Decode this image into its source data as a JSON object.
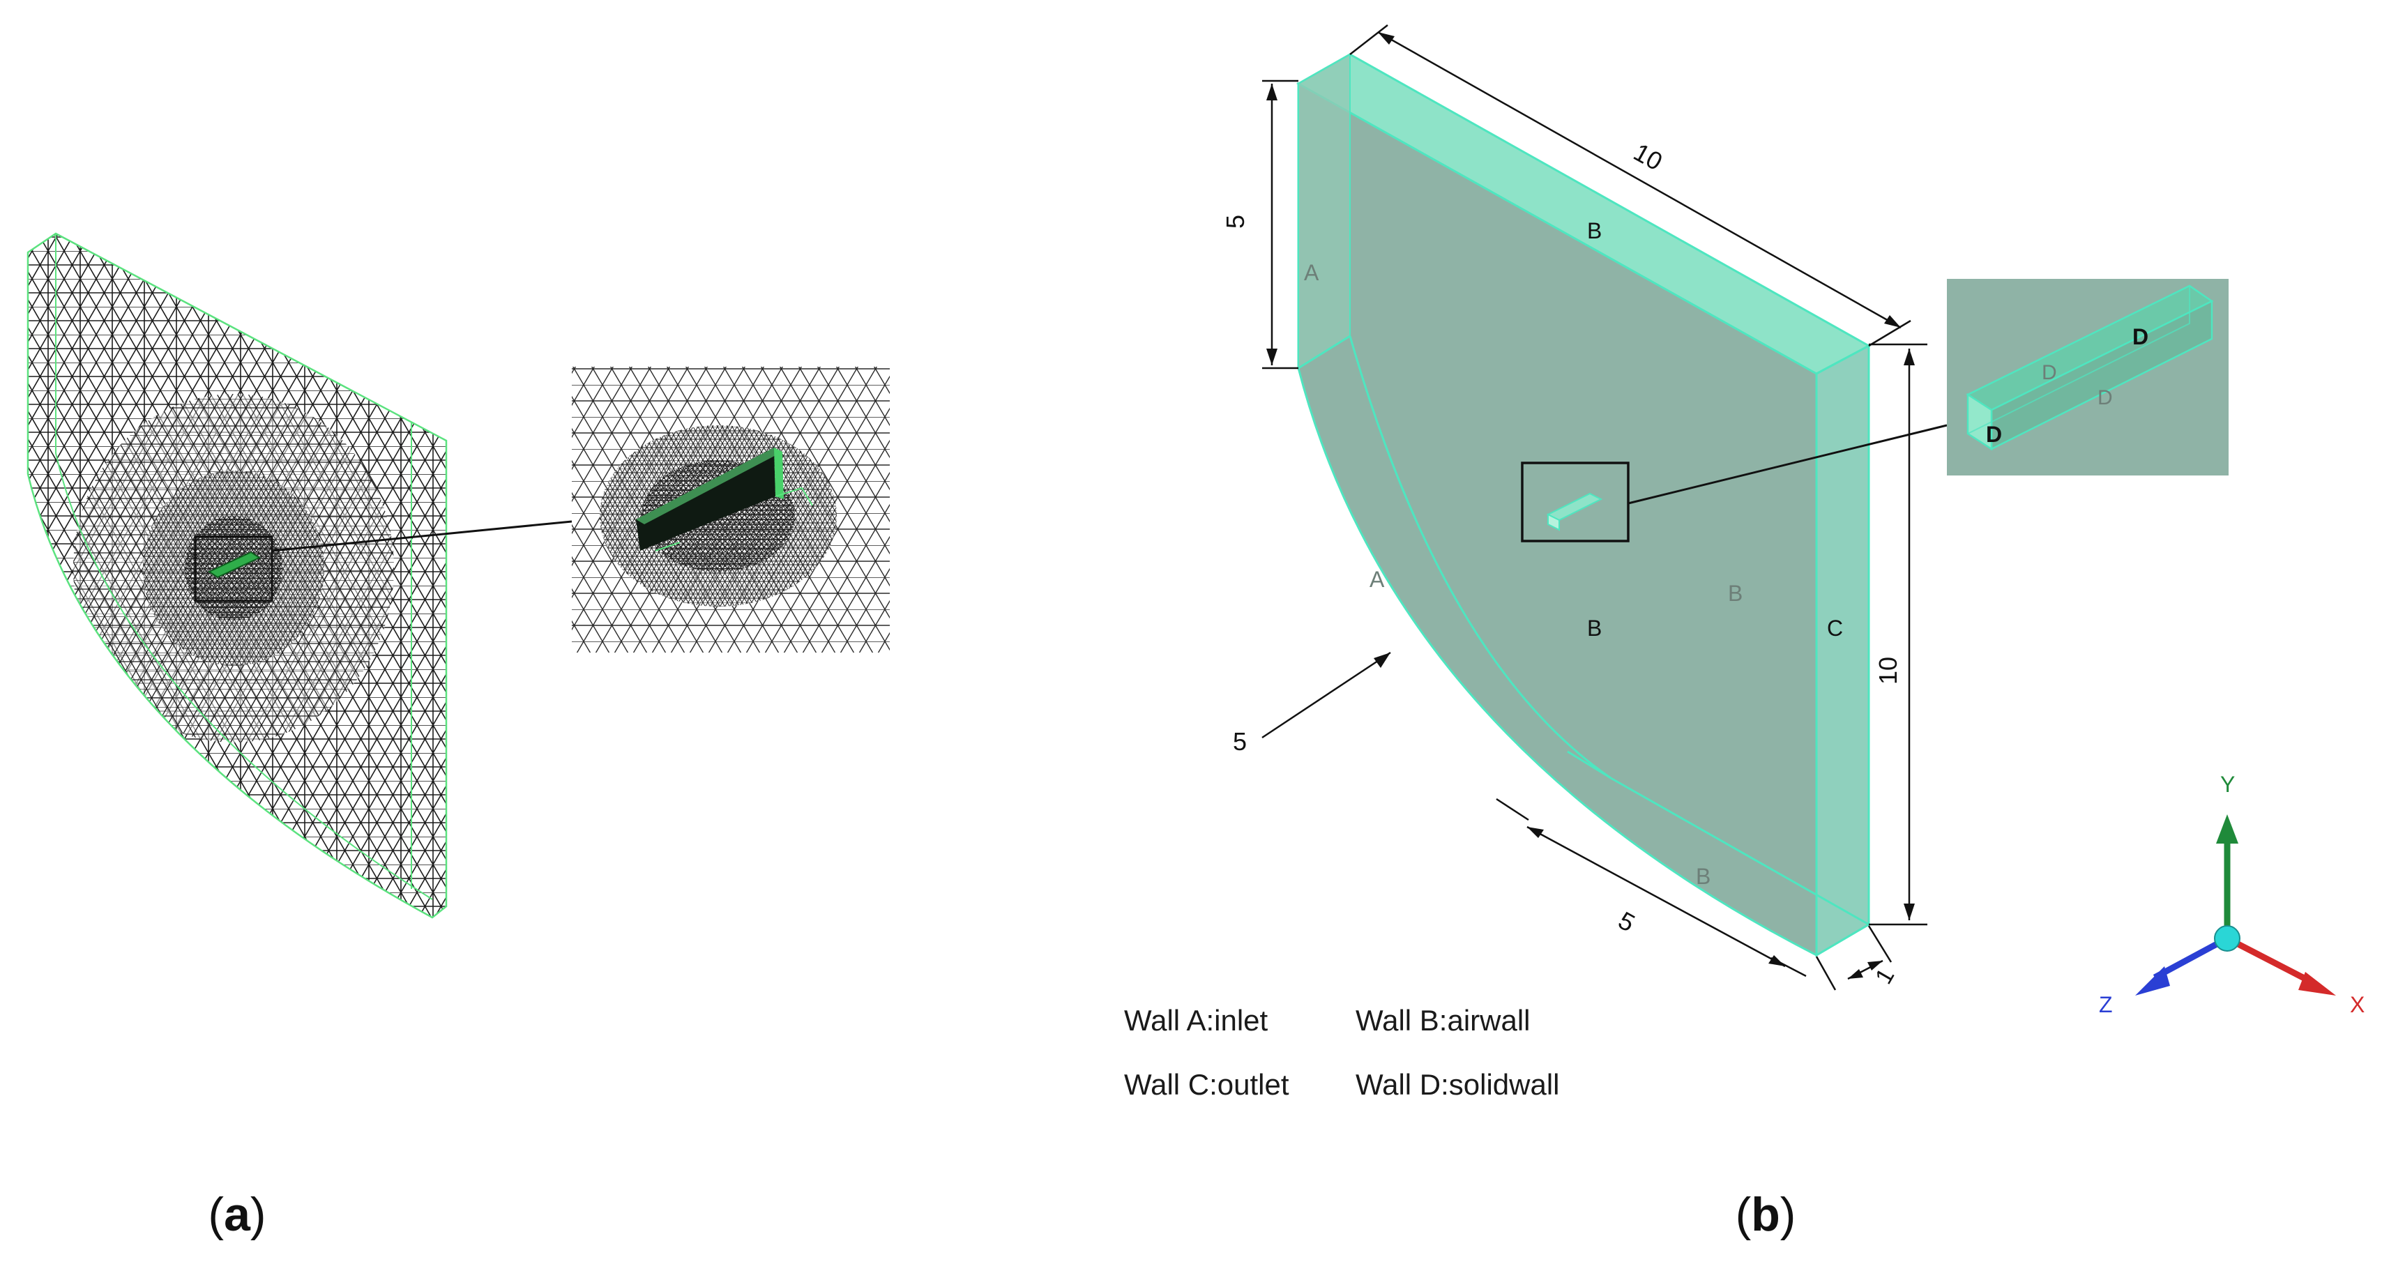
{
  "panel_a": {
    "caption_open": "(",
    "caption_letter": "a",
    "caption_close": ")"
  },
  "panel_b": {
    "caption_open": "(",
    "caption_letter": "b",
    "caption_close": ")",
    "dimensions": {
      "top_depth": "10",
      "left_height": "5",
      "right_height": "10",
      "arc_radius": "5",
      "bottom_length": "5",
      "thickness": "1"
    },
    "wall_labels": {
      "a_upper": "A",
      "a_arc": "A",
      "b_top": "B",
      "b_center": "B",
      "b_right": "B",
      "b_bottom": "B",
      "c_right": "C",
      "d_inset_top": "D",
      "d_inset_mid1": "D",
      "d_inset_mid2": "D",
      "d_inset_front": "D"
    },
    "legend": {
      "wall_a": "Wall A:inlet",
      "wall_b": "Wall B:airwall",
      "wall_c": "Wall C:outlet",
      "wall_d": "Wall D:solidwall"
    },
    "axes": {
      "x": "X",
      "y": "Y",
      "z": "Z"
    },
    "colors": {
      "body_fill": "#8fb3a6",
      "face_light": "#8ee3c8",
      "edge": "#4ee6c0",
      "x_axis": "#d42a2a",
      "y_axis": "#1f8a3a",
      "z_axis": "#2a3fd4",
      "origin": "#2ad6d6"
    }
  }
}
